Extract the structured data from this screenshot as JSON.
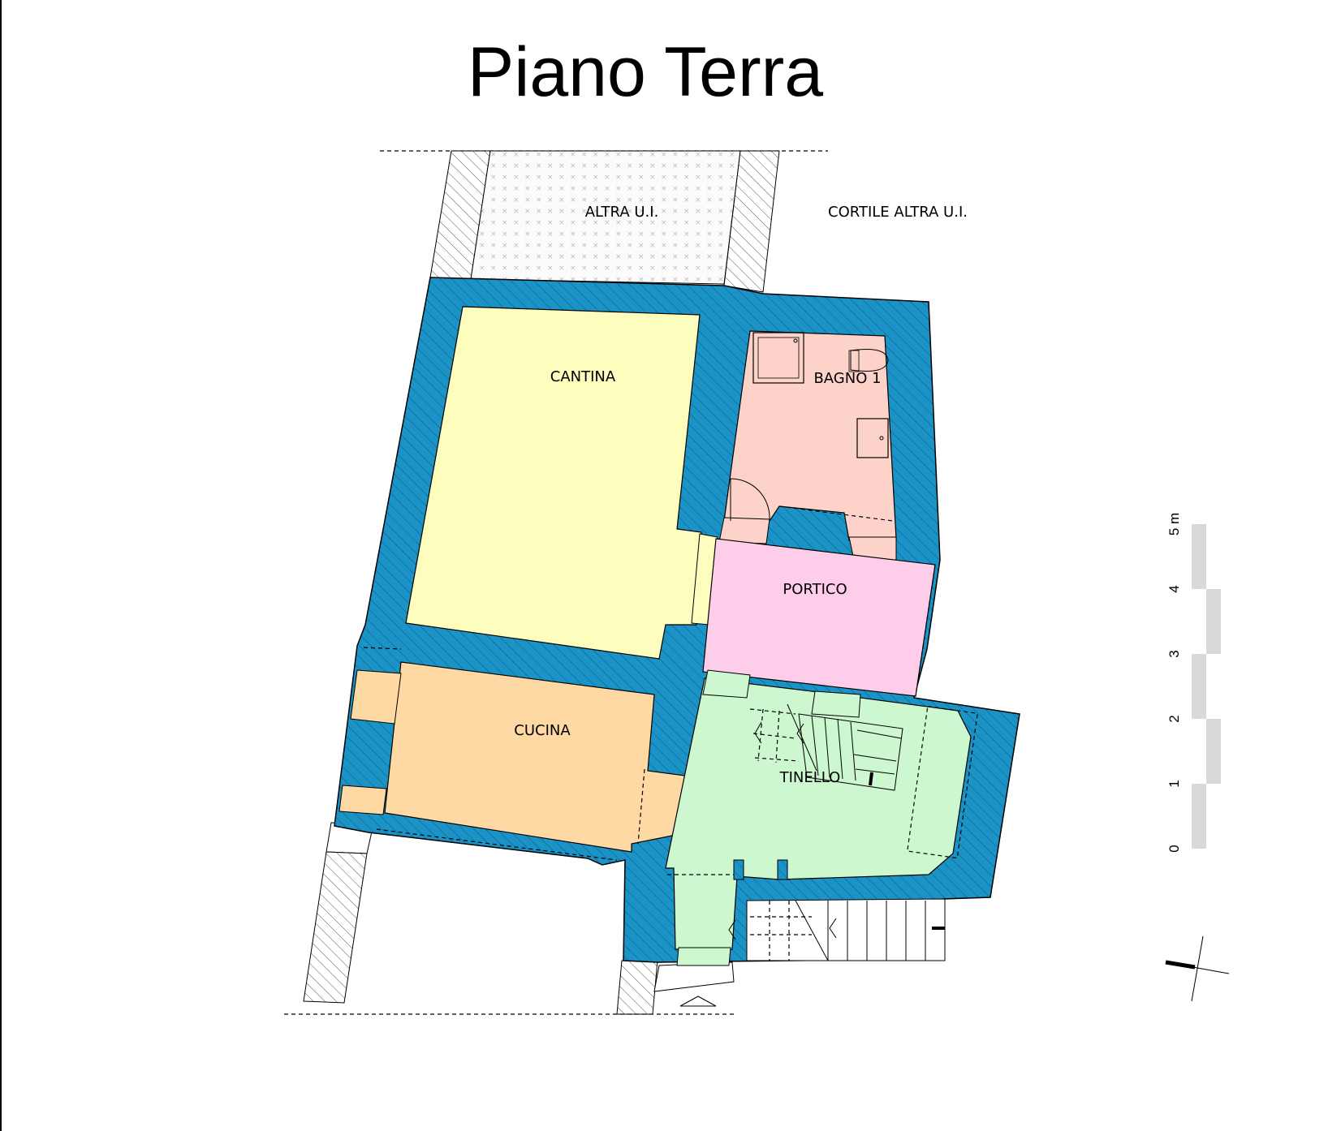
{
  "title": "Piano Terra",
  "colors": {
    "wall": "#1b93c6",
    "cantina": "#fdfdbd",
    "bagno": "#fdd2c8",
    "portico": "#fecde9",
    "cucina": "#fed9a4",
    "tinello": "#cdf7cf",
    "scale_bar": "#d9d9d9"
  },
  "rooms": {
    "altra_ui": "ALTRA U.I.",
    "cortile": "CORTILE ALTRA U.I.",
    "cantina": "CANTINA",
    "bagno": "BAGNO 1",
    "portico": "PORTICO",
    "cucina": "CUCINA",
    "tinello": "TINELLO"
  },
  "scale": {
    "ticks": [
      "0",
      "1",
      "2",
      "3",
      "4",
      "5 m"
    ]
  },
  "icons": {
    "north_arrow": "north-arrow-icon",
    "entrance": "entrance-triangle-icon"
  }
}
